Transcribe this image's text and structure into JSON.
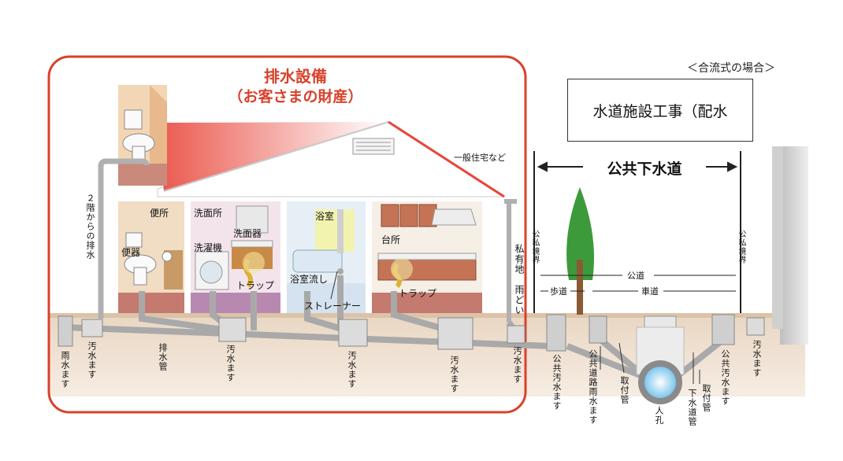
{
  "titles": {
    "main": "排水設備",
    "sub": "（お客さまの財産）",
    "combined_note": "＜合流式の場合＞",
    "water_works": "水道施設工事（配水",
    "public_sewer": "公共下水道"
  },
  "building": {
    "house_type": "一般住宅など",
    "second_floor_drain": "２階からの排水",
    "private_land": "私有地",
    "gutter": "雨どい"
  },
  "rooms": {
    "toilet": "便所",
    "toilet_bowl": "便器",
    "washroom": "洗面所",
    "washbasin": "洗面器",
    "washer": "洗濯機",
    "bathroom": "浴室",
    "bath_drain": "浴室流し",
    "kitchen": "台所",
    "trap1": "トラップ",
    "trap2": "トラップ",
    "strainer": "ストレーナー"
  },
  "underground": {
    "rain_basin": "雨水ます",
    "sewage_basin1": "汚水ます",
    "drain_pipe": "排水管",
    "sewage_basin2": "汚水ます",
    "sewage_basin3": "汚水ます",
    "sewage_basin4": "汚水ます",
    "sewage_basin5": "汚水ます",
    "public_sewage_basin_left": "公共汚水ます",
    "public_road_rain_basin": "公共道路雨水ます",
    "connection_pipe_left": "取付管",
    "manhole": "人孔",
    "sewer_pipe": "下水道管",
    "connection_pipe_right": "取付管",
    "public_sewage_basin_right": "公共汚水ます",
    "sewage_basin_right": "汚水ます"
  },
  "road": {
    "boundary_left": "公私境界",
    "boundary_right": "公私境界",
    "public_road": "公道",
    "sidewalk": "歩道",
    "roadway": "車道"
  },
  "colors": {
    "accent_red": "#d9412a",
    "ground": "#e6d2bd",
    "wall_red": "#b45a52",
    "pipe_gray": "#a9a9a9",
    "tree_green": "#3c9a3a"
  }
}
